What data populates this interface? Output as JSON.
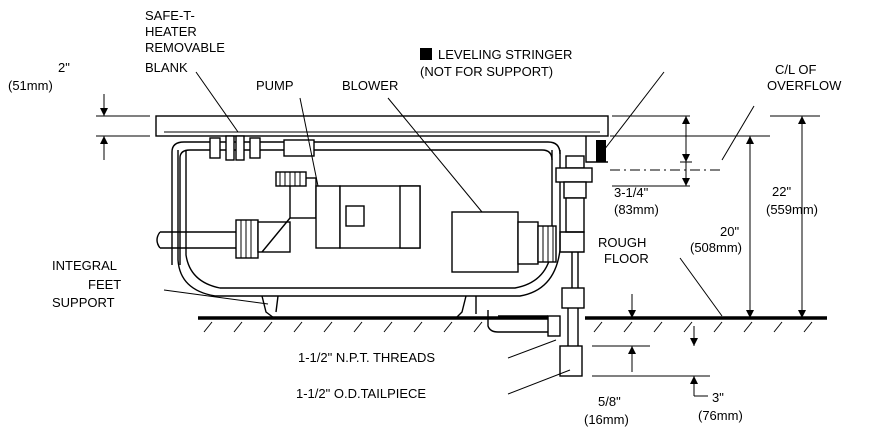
{
  "labels": {
    "safe_t_1": "SAFE-T-",
    "safe_t_2": "HEATER",
    "safe_t_3": "REMOVABLE",
    "safe_t_4": "BLANK",
    "pump": "PUMP",
    "blower": "BLOWER",
    "leveling_1": "LEVELING STRINGER",
    "leveling_2": "(NOT FOR SUPPORT)",
    "overflow_1": "C/L OF",
    "overflow_2": "OVERFLOW",
    "integral_1": "INTEGRAL",
    "integral_2": "FEET",
    "integral_3": "SUPPORT",
    "rough_1": "ROUGH",
    "rough_2": "FLOOR",
    "npt": "1-1/2\" N.P.T. THREADS",
    "tailpiece": "1-1/2\" O.D.TAILPIECE"
  },
  "dimensions": {
    "rim_in": "2\"",
    "rim_mm": "(51mm)",
    "overflow_in": "3-1/4\"",
    "overflow_mm": "(83mm)",
    "height20_in": "20\"",
    "height20_mm": "(508mm)",
    "height22_in": "22\"",
    "height22_mm": "(559mm)",
    "drain58_in": "5/8\"",
    "drain58_mm": "(16mm)",
    "drain3_in": "3\"",
    "drain3_mm": "(76mm)"
  }
}
